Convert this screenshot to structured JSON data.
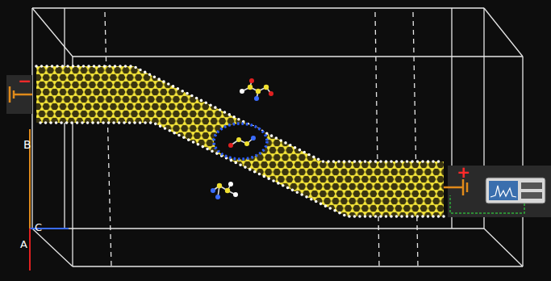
{
  "diagram": {
    "labels": [
      "−",
      "+",
      "B",
      "C",
      "A"
    ]
  }
}
